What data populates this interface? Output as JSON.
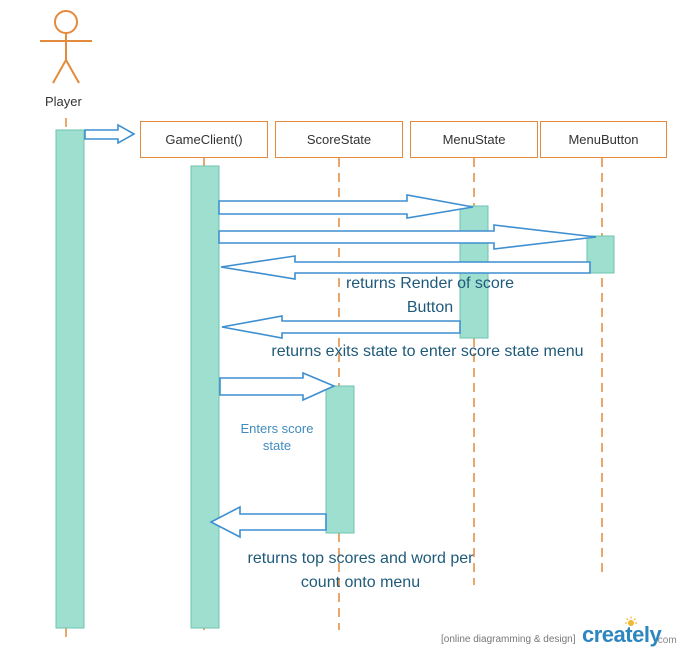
{
  "actor": {
    "name": "Player"
  },
  "lifelines": [
    {
      "id": "gameclient",
      "label": "GameClient()"
    },
    {
      "id": "scorestate",
      "label": "ScoreState"
    },
    {
      "id": "menustate",
      "label": "MenuState"
    },
    {
      "id": "menubutton",
      "label": "MenuButton"
    }
  ],
  "messages": {
    "render_return_line1": "returns Render of  score",
    "render_return_line2": "Button",
    "exit_return": "returns exits state to enter score state menu",
    "enters_line1": "Enters score",
    "enters_line2": "state",
    "scores_return_line1": "returns  top scores and word per",
    "scores_return_line2": "count onto menu"
  },
  "footer": {
    "note": "[online diagramming & design]",
    "brand": "creately",
    "brand_suffix": ".com"
  },
  "colors": {
    "lifeline_border": "#e38a3c",
    "activation_fill": "#9fdfd0",
    "activation_border": "#6cc3ae",
    "arrow_stroke": "#3e8fd0",
    "label_text": "#1f5a7a"
  }
}
